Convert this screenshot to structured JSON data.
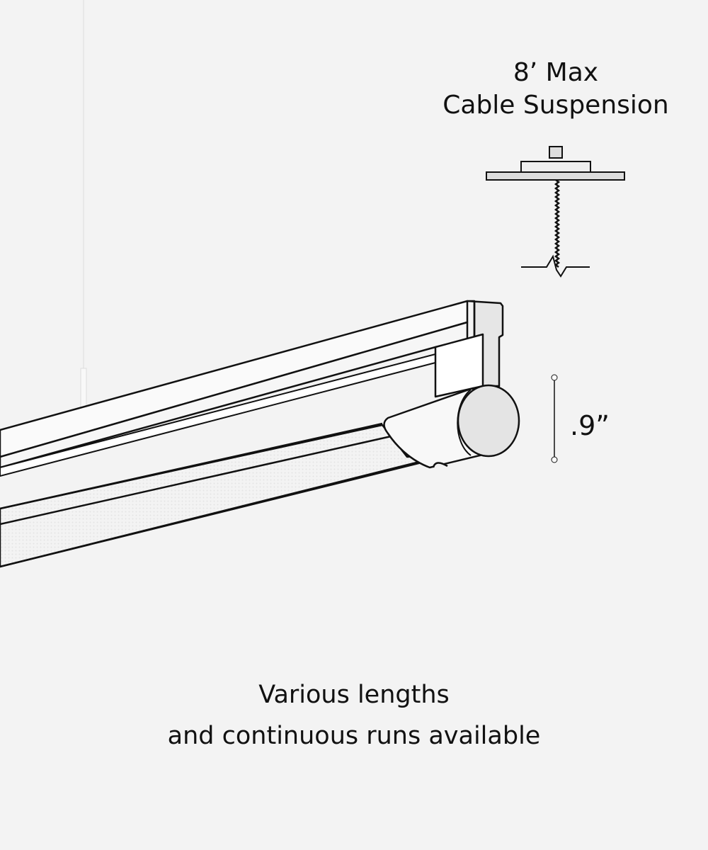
{
  "header": {
    "line1": "8’ Max",
    "line2": "Cable Suspension"
  },
  "dimension": {
    "value": ".9”"
  },
  "footer": {
    "line1": "Various lengths",
    "line2": "and continuous runs available"
  },
  "colors": {
    "background": "#f3f3f3",
    "stroke": "#111111",
    "fill_light": "#e2e2e2"
  }
}
